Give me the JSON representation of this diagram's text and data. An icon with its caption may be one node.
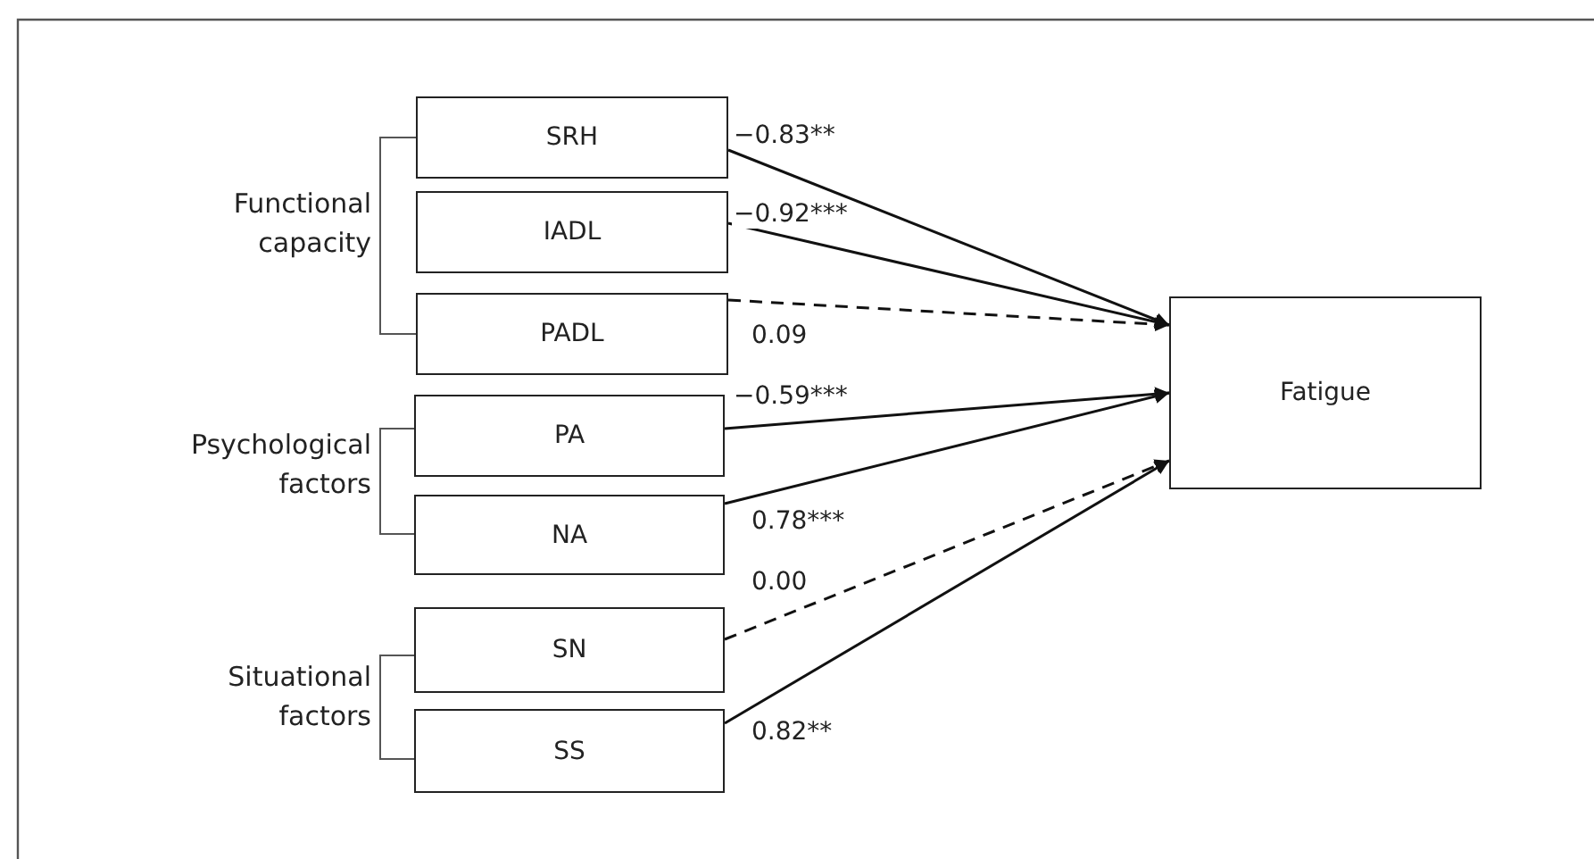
{
  "diagram": {
    "nodes": [
      {
        "text": [
          "SRH"
        ]
      },
      {
        "text": [
          "IADL"
        ]
      },
      {
        "text": [
          "PADL"
        ]
      },
      {
        "text": [
          "PA"
        ]
      },
      {
        "text": [
          "NA"
        ]
      },
      {
        "text": [
          "SN"
        ]
      },
      {
        "text": [
          "SS"
        ]
      },
      {
        "text": [
          "Fatigue"
        ]
      }
    ],
    "edges": [
      {
        "from": 0,
        "to": 7,
        "arrow": "to",
        "label": "−0.83**"
      },
      {
        "from": 1,
        "to": 7,
        "arrow": "to",
        "label": "−0.92***"
      },
      {
        "from": 2,
        "to": 7,
        "arrow": "to",
        "label": "0.09",
        "style": "dashed"
      },
      {
        "from": 3,
        "to": 7,
        "arrow": "to",
        "label": "−0.59***"
      },
      {
        "from": 4,
        "to": 7,
        "arrow": "to",
        "label": "0.78***"
      },
      {
        "from": 5,
        "to": 7,
        "arrow": "to",
        "label": "0.00",
        "style": "dashed"
      },
      {
        "from": 6,
        "to": 7,
        "arrow": "to",
        "label": "0.82**"
      }
    ],
    "labels": [
      "Functional capacity",
      "Psychological factors",
      "Situational factors"
    ]
  }
}
